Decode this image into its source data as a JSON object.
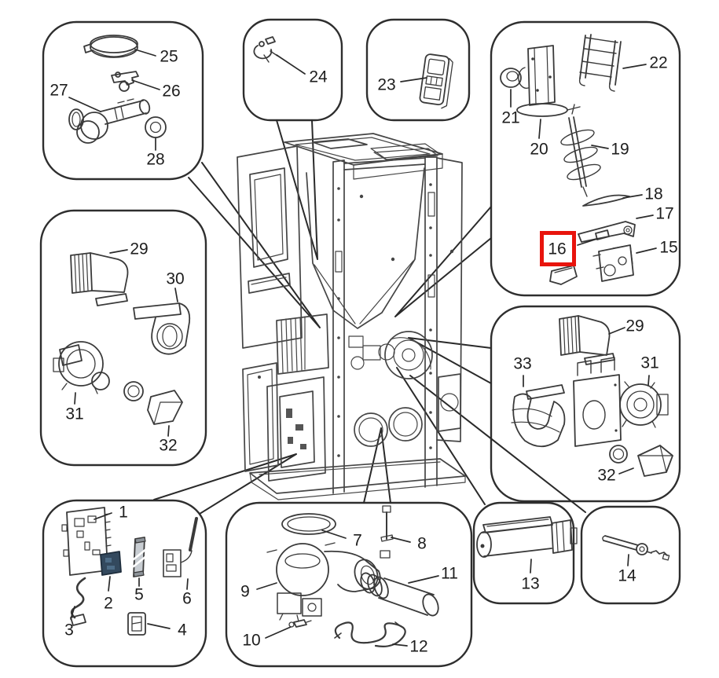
{
  "highlight": {
    "part_number": "16",
    "color": "#e8140d"
  },
  "callouts": [
    {
      "id": "hose-cap-group",
      "parts": [
        "25",
        "26",
        "27",
        "28"
      ]
    },
    {
      "id": "clip-group",
      "parts": [
        "24"
      ]
    },
    {
      "id": "remote-control",
      "parts": [
        "23"
      ]
    },
    {
      "id": "auger-feed-group",
      "parts": [
        "22",
        "21",
        "20",
        "19",
        "18",
        "17",
        "16",
        "15"
      ]
    },
    {
      "id": "left-blower-group",
      "parts": [
        "29",
        "30",
        "31",
        "32"
      ]
    },
    {
      "id": "right-blower-group",
      "parts": [
        "29",
        "33",
        "31",
        "32"
      ]
    },
    {
      "id": "electronics-group",
      "parts": [
        "1",
        "2",
        "3",
        "4",
        "5",
        "6"
      ]
    },
    {
      "id": "exhaust-fan-group",
      "parts": [
        "7",
        "8",
        "9",
        "10",
        "11",
        "12"
      ]
    },
    {
      "id": "igniter-group",
      "parts": [
        "13"
      ]
    },
    {
      "id": "igniter-rod-group",
      "parts": [
        "14"
      ]
    }
  ]
}
